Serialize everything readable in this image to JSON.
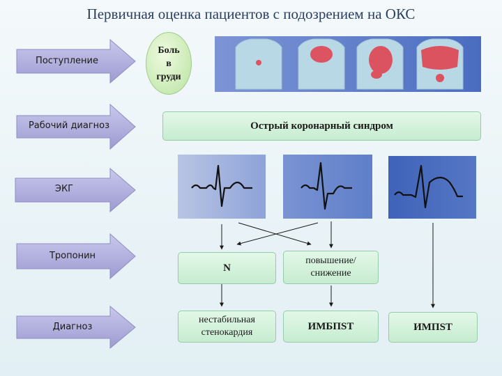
{
  "title": "Первичная оценка пациентов с подозрением на ОКС",
  "rows": [
    {
      "label": "Поступление"
    },
    {
      "label": "Рабочий диагноз"
    },
    {
      "label": "ЭКГ"
    },
    {
      "label": "Тропонин"
    },
    {
      "label": "Диагноз"
    }
  ],
  "pain_circle": {
    "line1": "Боль",
    "line2": "в",
    "line3": "груди"
  },
  "working_diagnosis": "Острый коронарный синдром",
  "troponin": {
    "normal": "N",
    "changed_line1": "повышение/",
    "changed_line2": "снижение"
  },
  "diagnoses": {
    "unstable_line1": "нестабильная",
    "unstable_line2": "стенокардия",
    "nstemi": "ИМБПST",
    "stemi": "ИМПST"
  },
  "colors": {
    "arrow_fill": "#a9a7d9",
    "green_box": "#c6ecd0",
    "panel_blue": "#5577c4",
    "pain_red": "#e04552"
  },
  "icons": [
    "chest-torso-icon",
    "ecg-normal-icon",
    "ecg-st-elevation-icon"
  ]
}
